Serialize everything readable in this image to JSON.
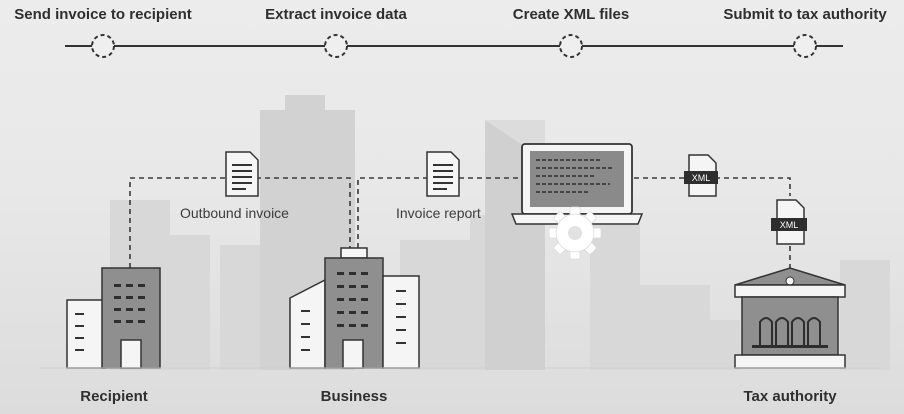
{
  "steps": [
    {
      "label": "Send invoice to recipient"
    },
    {
      "label": "Extract invoice data"
    },
    {
      "label": "Create XML files"
    },
    {
      "label": "Submit to tax authority"
    }
  ],
  "documents": {
    "outbound": "Outbound invoice",
    "report": "Invoice report",
    "xml_tag": "XML"
  },
  "entities": {
    "recipient": "Recipient",
    "business": "Business",
    "tax_authority": "Tax authority"
  },
  "colors": {
    "background": "#e9e9e9",
    "skyline": "#d6d6d6",
    "building_dark": "#8f8f8f",
    "building_light": "#f4f4f4",
    "outline": "#333333",
    "dashed_line": "#3a3a3a"
  }
}
